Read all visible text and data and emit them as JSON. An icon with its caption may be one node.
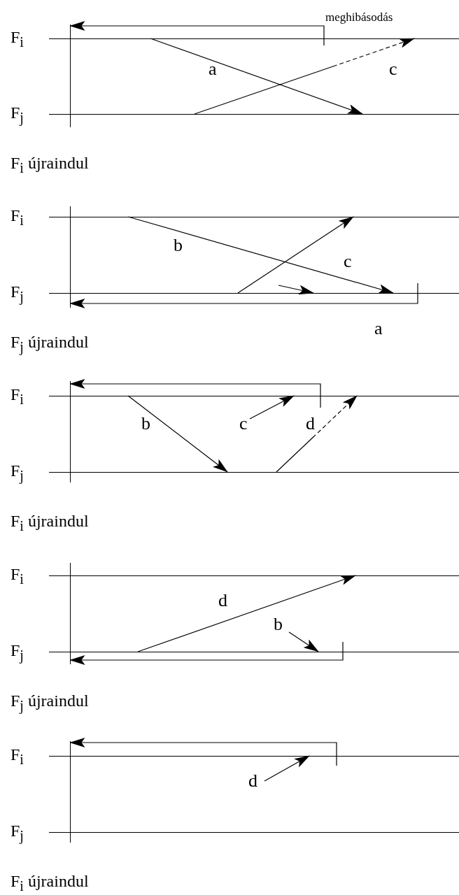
{
  "diagram": {
    "nodes": [
      {
        "text": [],
        "shape": "bar"
      },
      {
        "text": [],
        "shape": "bar"
      },
      {
        "text": [],
        "shape": "bar"
      },
      {
        "text": [],
        "shape": "bar"
      },
      {
        "text": [],
        "shape": "bar"
      },
      {
        "text": [],
        "shape": "bar"
      },
      {
        "text": [],
        "shape": "bar"
      },
      {
        "text": [],
        "shape": "bar"
      },
      {
        "text": [],
        "shape": "bar"
      },
      {
        "text": [],
        "shape": "bar"
      },
      {
        "text": [],
        "shape": "bar"
      },
      {
        "text": [],
        "shape": "bar"
      },
      {
        "text": [],
        "shape": "bar"
      },
      {
        "text": [],
        "shape": "bar"
      },
      {
        "text": [],
        "shape": "bar"
      }
    ],
    "edges": [
      {
        "from": 0,
        "to": 1,
        "arrow": "to",
        "label": "a"
      },
      {
        "from": 1,
        "to": 0,
        "arrow": "to",
        "label": "c",
        "style": "dashed"
      },
      {
        "from": 0,
        "to": 2,
        "arrow": "to",
        "label": "meghibásodás"
      },
      {
        "from": 3,
        "to": 4,
        "arrow": "to",
        "label": "b"
      },
      {
        "from": 4,
        "to": 3,
        "arrow": "to",
        "label": "c"
      },
      {
        "from": null,
        "to": 4,
        "arrow": "to"
      },
      {
        "from": 4,
        "to": 5,
        "arrow": "to",
        "label": "a"
      },
      {
        "from": 6,
        "to": 7,
        "arrow": "to",
        "label": "b"
      },
      {
        "from": null,
        "to": 6,
        "arrow": "to",
        "label": "c"
      },
      {
        "from": 7,
        "to": 6,
        "arrow": "to",
        "label": "d",
        "style": "dashed"
      },
      {
        "from": null,
        "to": 8,
        "arrow": "to"
      },
      {
        "from": 10,
        "to": 9,
        "arrow": "to",
        "label": "d"
      },
      {
        "from": null,
        "to": 10,
        "arrow": "to",
        "label": "b"
      },
      {
        "from": 10,
        "to": 11,
        "arrow": "to"
      },
      {
        "from": null,
        "to": 12,
        "arrow": "to",
        "label": "d"
      },
      {
        "from": 12,
        "to": 14,
        "arrow": "to"
      }
    ],
    "labels": [
      "F$_{i}$",
      "F$_{j}$",
      "F$_{i}$ újraindul",
      "F$_{i}$",
      "F$_{j}$",
      "F$_{j}$ újraindul",
      "F$_{i}$",
      "F$_{j}$",
      "F$_{i}$ újraindul",
      "F$_{i}$",
      "F$_{j}$",
      "F$_{j}$ újraindul",
      "F$_{i}$",
      "F$_{j}$",
      "F$_{i}$ újraindul"
    ]
  }
}
